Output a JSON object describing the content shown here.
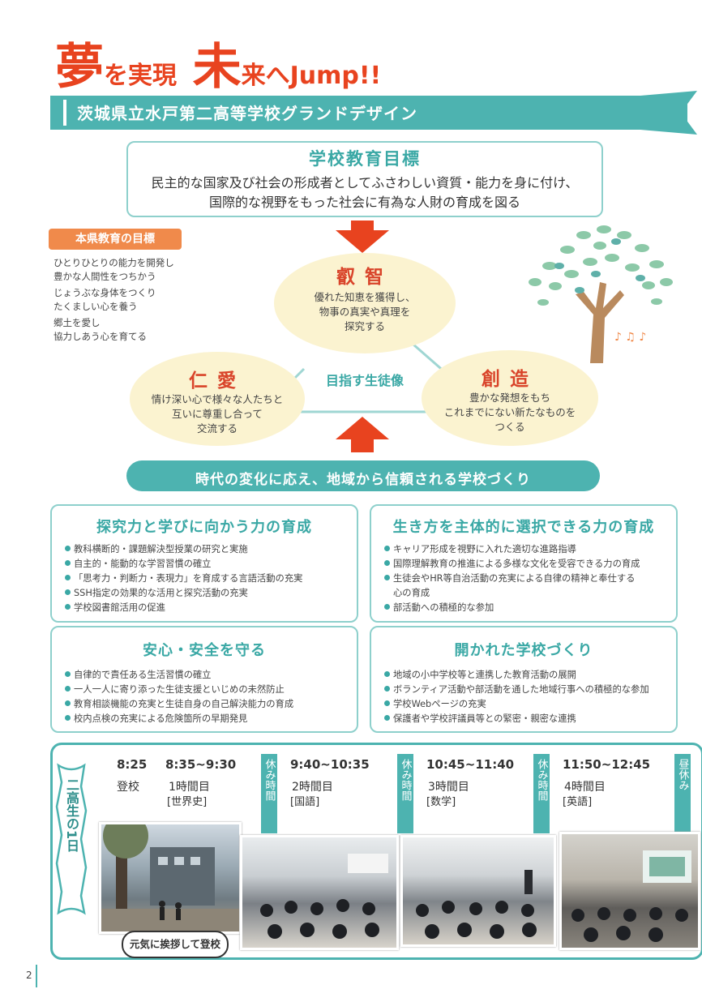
{
  "title": {
    "part1": "夢",
    "part2": "を実現",
    "part3": "未",
    "part4": "来へJump!!"
  },
  "banner": "茨城県立水戸第二高等学校グランドデザイン",
  "goal": {
    "title": "学校教育目標",
    "line1": "民主的な国家及び社会の形成者としてふさわしい資質・能力を身に付け、",
    "line2": "国際的な視野をもった社会に有為な人財の育成を図る"
  },
  "prefecture": {
    "label": "本県教育の目標",
    "lines": [
      "ひとりひとりの能力を開発し",
      "豊かな人間性をつちかう",
      "じょうぶな身体をつくり",
      "たくましい心を養う",
      "郷土を愛し",
      "協力しあう心を育てる"
    ]
  },
  "circles": {
    "top": {
      "title": "叡智",
      "lines": [
        "優れた知恵を獲得し、",
        "物事の真実や真理を",
        "探究する"
      ]
    },
    "left": {
      "title": "仁愛",
      "lines": [
        "情け深い心で様々な人たちと",
        "互いに尊重し合って",
        "交流する"
      ]
    },
    "right": {
      "title": "創造",
      "lines": [
        "豊かな発想をもち",
        "これまでにない新たなものを",
        "つくる"
      ]
    },
    "center": "目指す生徒像"
  },
  "slogan": "時代の変化に応え、地域から信頼される学校づくり",
  "policies": [
    {
      "title": "探究力と学びに向かう力の育成",
      "items": [
        "教科横断的・課題解決型授業の研究と実施",
        "自主的・能動的な学習習慣の確立",
        "「思考力・判断力・表現力」を育成する言語活動の充実",
        "SSH指定の効果的な活用と探究活動の充実",
        "学校図書館活用の促進"
      ]
    },
    {
      "title": "生き方を主体的に選択できる力の育成",
      "items": [
        "キャリア形成を視野に入れた適切な進路指導",
        "国際理解教育の推進による多様な文化を受容できる力の育成",
        "生徒会やHR等自治活動の充実による自律の精神と奉仕する",
        "心の育成",
        "部活動への積極的な参加"
      ]
    },
    {
      "title": "安心・安全を守る",
      "items": [
        "自律的で責任ある生活習慣の確立",
        "一人一人に寄り添った生徒支援といじめの未然防止",
        "教育相談機能の充実と生徒自身の自己解決能力の育成",
        "校内点検の充実による危険箇所の早期発見"
      ]
    },
    {
      "title": "開かれた学校づくり",
      "items": [
        "地域の小中学校等と連携した教育活動の展開",
        "ボランティア活動や部活動を通した地域行事への積極的な参加",
        "学校Webページの充実",
        "保護者や学校評議員等との緊密・親密な連携"
      ]
    }
  ],
  "schedule": {
    "ribbon": "二高生の1日",
    "slots": [
      {
        "time": "8:25",
        "period": "登校",
        "subject": ""
      },
      {
        "time": "8:35~9:30",
        "period": "1時間目",
        "subject": "[世界史]"
      },
      {
        "time": "9:40~10:35",
        "period": "2時間目",
        "subject": "[国語]"
      },
      {
        "time": "10:45~11:40",
        "period": "3時間目",
        "subject": "[数学]"
      },
      {
        "time": "11:50~12:45",
        "period": "4時間目",
        "subject": "[英語]"
      }
    ],
    "breaks": [
      "休み時間",
      "休み時間",
      "休み時間",
      "昼休み"
    ],
    "caption": "元気に挨拶して登校"
  },
  "page_number": "2",
  "colors": {
    "accent": "#4db3b0",
    "title_red": "#e8431f",
    "orange": "#f08a4b"
  }
}
